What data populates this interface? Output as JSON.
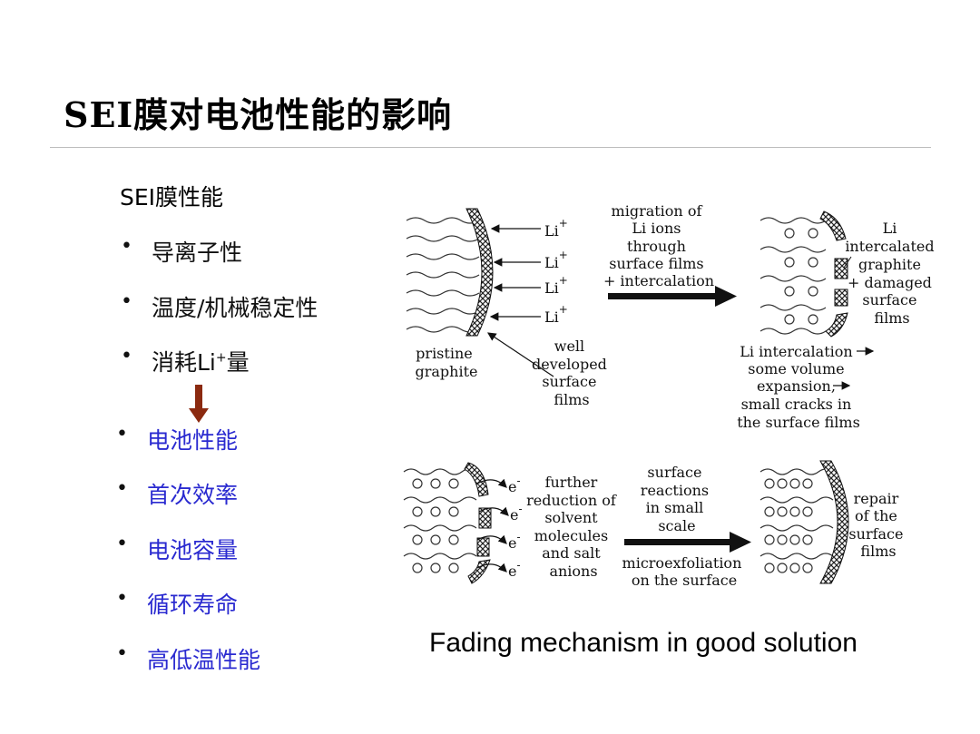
{
  "title": "SEI膜对电池性能的影响",
  "left": {
    "heading": "SEI膜性能",
    "properties": [
      "导离子性",
      "温度/机械稳定性"
    ],
    "consume": {
      "prefix": "消耗Li",
      "sup": "+",
      "suffix": "量"
    },
    "effects": [
      "电池性能",
      "首次效率",
      "电池容量",
      "循环寿命",
      "高低温性能"
    ]
  },
  "diagram": {
    "li_label": "Li",
    "plus": "+",
    "e_label": "e",
    "minus": "-",
    "pristine": [
      "pristine",
      "graphite"
    ],
    "well_films": [
      "well",
      "developed",
      "surface",
      "films"
    ],
    "migration": [
      "migration of",
      "Li ions",
      "through",
      "surface films",
      "+ intercalation"
    ],
    "li_intercalated": [
      "Li",
      "intercalated",
      "graphite",
      "+ damaged",
      "surface",
      "films"
    ],
    "expansion": [
      "Li intercalation",
      "some volume",
      "expansion,",
      "small cracks in",
      "the surface films"
    ],
    "further": [
      "further",
      "reduction of",
      "solvent",
      "molecules",
      "and salt",
      "anions"
    ],
    "surface_reactions": [
      "surface",
      "reactions",
      "in small",
      "scale"
    ],
    "microexfoliation": [
      "microexfoliation",
      "on the surface"
    ],
    "repair": [
      "repair",
      "of the",
      "surface",
      "films"
    ]
  },
  "caption": "Fading mechanism in good solution",
  "colors": {
    "blue_text": "#2a2ad0",
    "down_arrow": "#8b2a10",
    "rule": "#bdbdbd"
  }
}
